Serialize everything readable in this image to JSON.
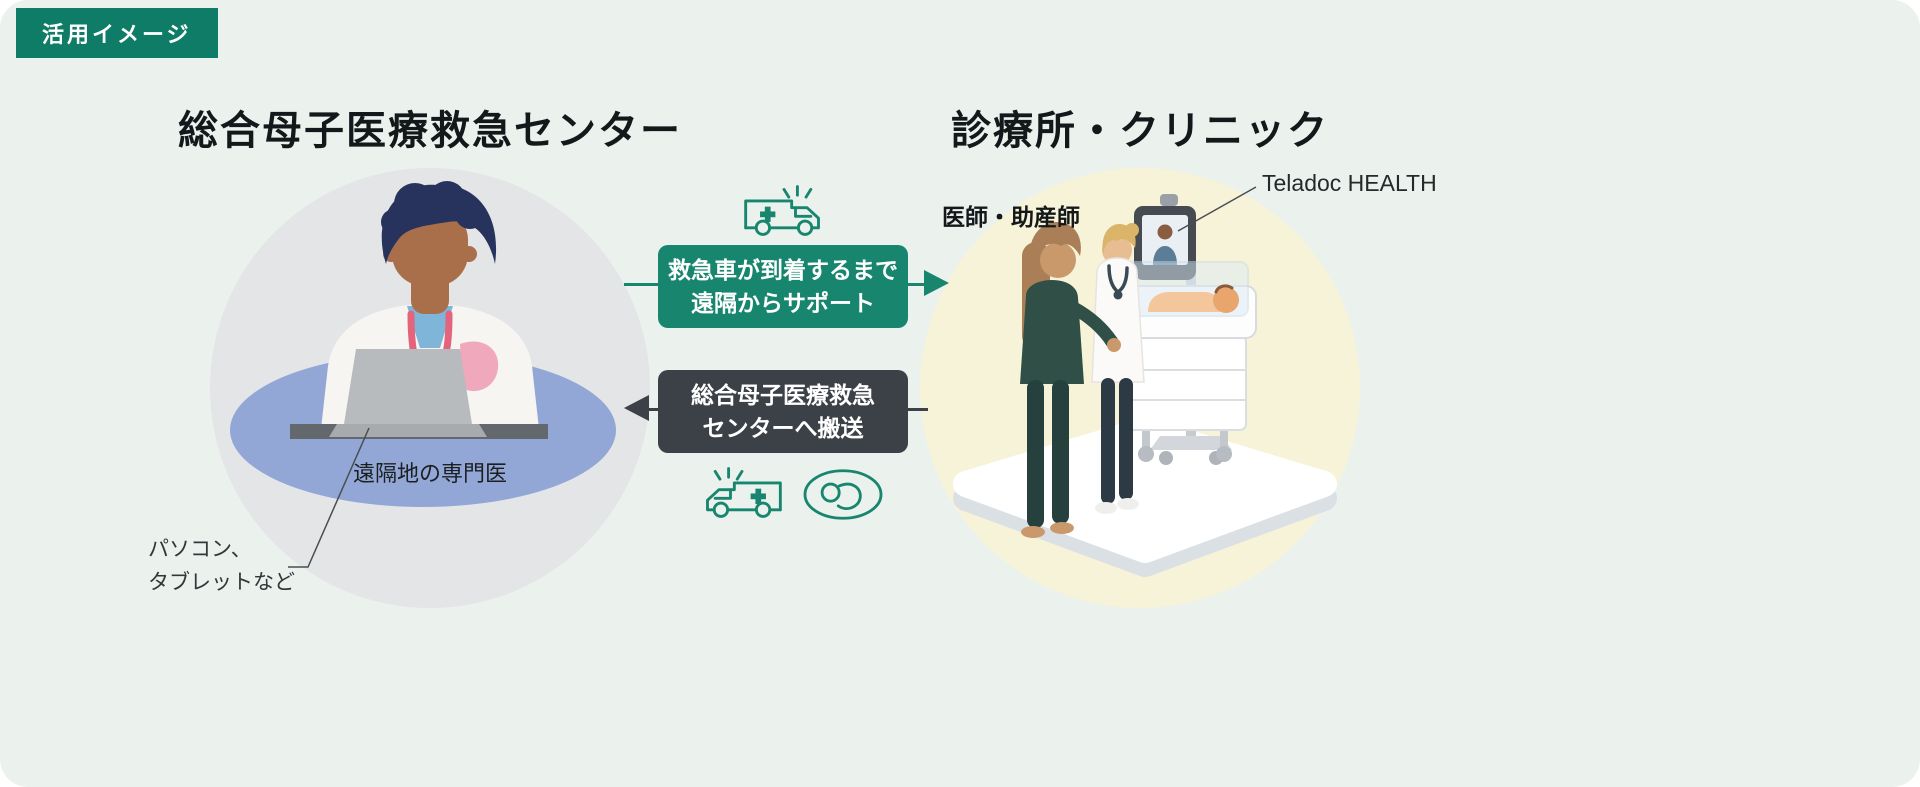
{
  "badge": {
    "label": "活用イメージ"
  },
  "left_section": {
    "title": "総合母子医療救急センター",
    "specialist_label": "遠隔地の専門医",
    "device_callout": {
      "line1": "パソコン、",
      "line2": "タブレットなど"
    }
  },
  "right_section": {
    "title": "診療所・クリニック",
    "staff_label": "医師・助産師",
    "device_label": "Teladoc HEALTH"
  },
  "flow": {
    "support": {
      "line1": "救急車が到着するまで",
      "line2": "遠隔からサポート",
      "direction": "left-to-right"
    },
    "transport": {
      "line1": "総合母子医療救急",
      "line2": "センターへ搬送",
      "direction": "right-to-left"
    }
  },
  "icons": {
    "ambulance_top": "ambulance-icon",
    "ambulance_bottom": "ambulance-icon",
    "baby_bottom": "newborn-icon"
  },
  "colors": {
    "background": "#EBF1ED",
    "badge": "#0E7C66",
    "teal_accent": "#18866F",
    "dark_gray": "#3C4147",
    "left_circle": "#E3E5E6",
    "right_circle": "#F7F3D8",
    "desk_blue": "#92A7D6"
  }
}
